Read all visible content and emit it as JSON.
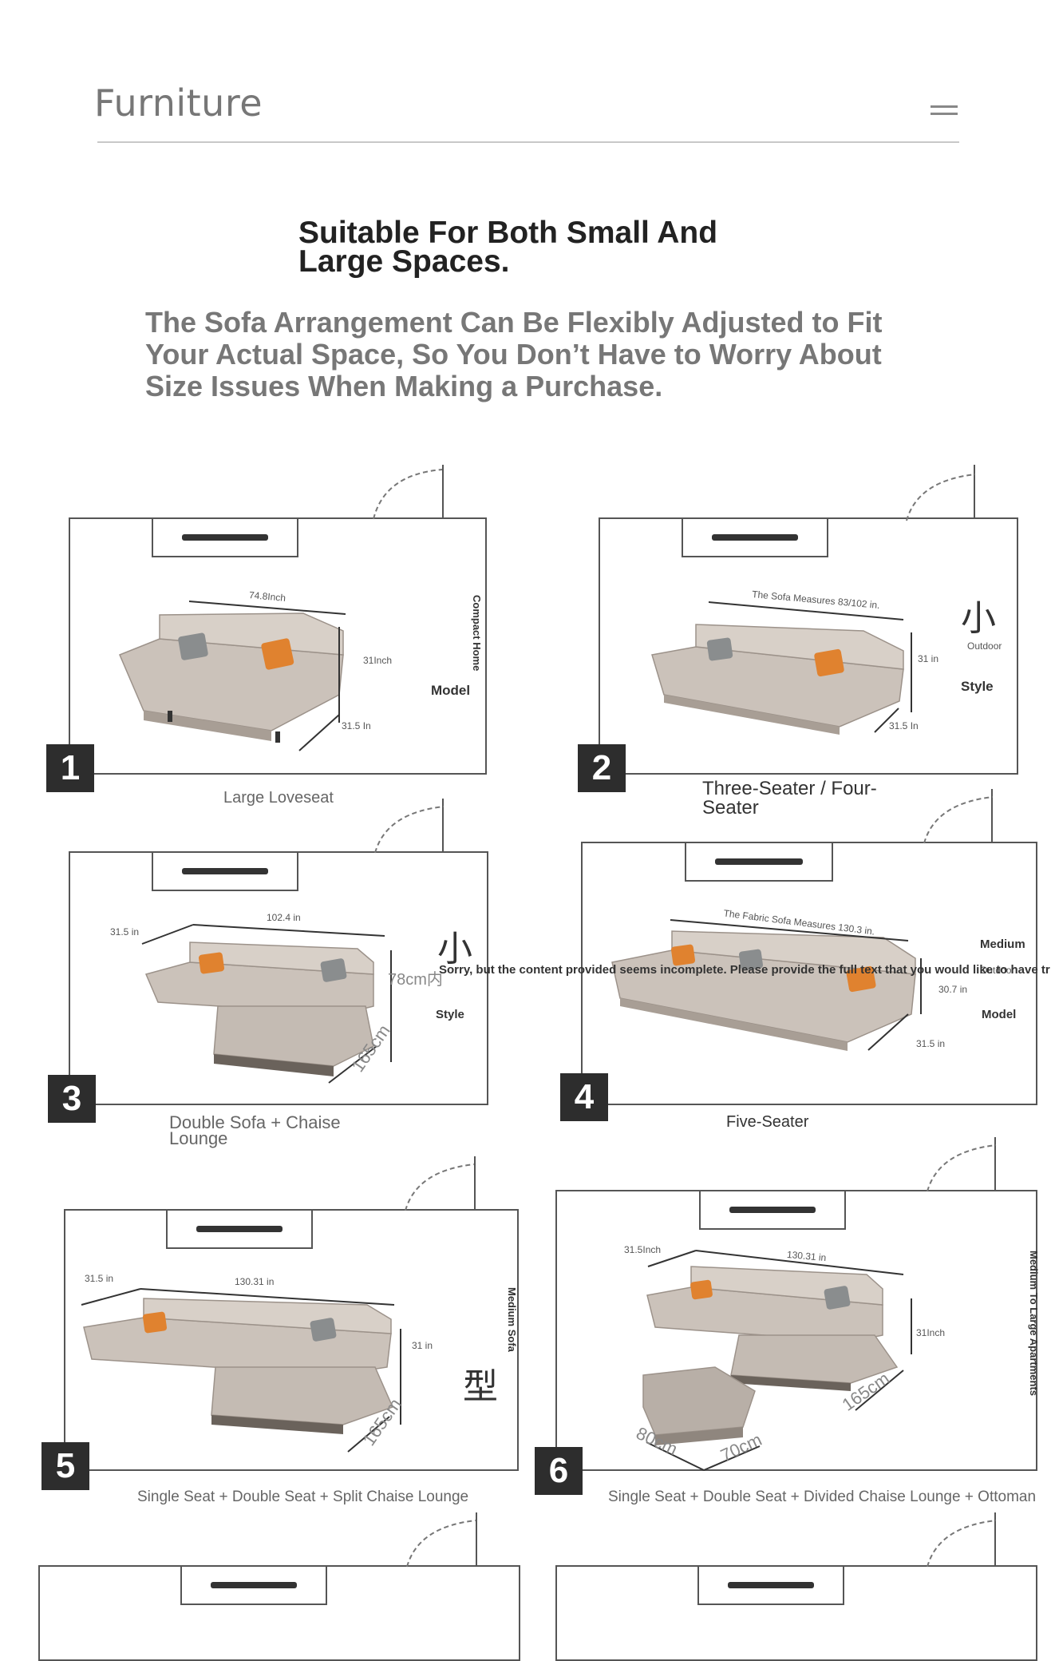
{
  "header": {
    "brand": "Furniture",
    "menu_icon": "hamburger-menu-icon"
  },
  "intro": {
    "headline": "Suitable For Both Small And Large Spaces.",
    "subhead": "The Sofa Arrangement Can Be Flexibly Adjusted to Fit Your Actual Space, So You Don’t Have to Worry About Size Issues When Making a Purchase."
  },
  "layouts": [
    {
      "number": "1",
      "caption": "Large Loveseat",
      "dims": {
        "length": "74.8Inch",
        "height": "31Inch",
        "depth": "31.5 In"
      },
      "side_vertical": "Compact Home",
      "side_label": "Model"
    },
    {
      "number": "2",
      "caption": "Three-Seater / Four-Seater",
      "dims": {
        "length": "The Sofa Measures 83/102 in.",
        "height": "31 in",
        "depth": "31.5 In"
      },
      "side_glyph": "小",
      "side_small": "Outdoor",
      "side_label": "Style"
    },
    {
      "number": "3",
      "caption": "Double Sofa + Chaise Lounge",
      "dims": {
        "left_depth": "31.5 in",
        "length": "102.4 in",
        "height": "78cm内",
        "chaise": "165cm"
      },
      "side_glyph": "小",
      "side_label": "Style"
    },
    {
      "number": "4",
      "caption": "Five-Seater",
      "dims": {
        "length": "The Fabric Sofa Measures 130.3 in.",
        "height": "30.7 in",
        "depth": "31.5 in"
      },
      "side_top": "Medium",
      "side_small": "Outdoor",
      "side_label": "Model",
      "stray_text": "Sorry, but the content provided seems incomplete. Please provide the full text that you would like to have tr"
    },
    {
      "number": "5",
      "caption": "Single Seat + Double Seat + Split Chaise Lounge",
      "dims": {
        "left_depth": "31.5 in",
        "length": "130.31 in",
        "height": "31 in",
        "chaise": "165cm"
      },
      "side_vertical": "Medium Sofa",
      "side_glyph": "型"
    },
    {
      "number": "6",
      "caption": "Single Seat + Double Seat + Divided Chaise Lounge + Ottoman",
      "dims": {
        "left_depth": "31.5Inch",
        "length": "130.31 in",
        "height": "31Inch",
        "chaise": "165cm",
        "ottoman_a": "80cm",
        "ottoman_b": "70cm"
      },
      "side_vertical": "Medium To Large Apartments"
    }
  ],
  "colors": {
    "sofa_body": "#cbc2ba",
    "sofa_shadow": "#a89e95",
    "pillow_orange": "#e0822f",
    "pillow_gray": "#8a8d8e",
    "wall_line": "#555555"
  }
}
